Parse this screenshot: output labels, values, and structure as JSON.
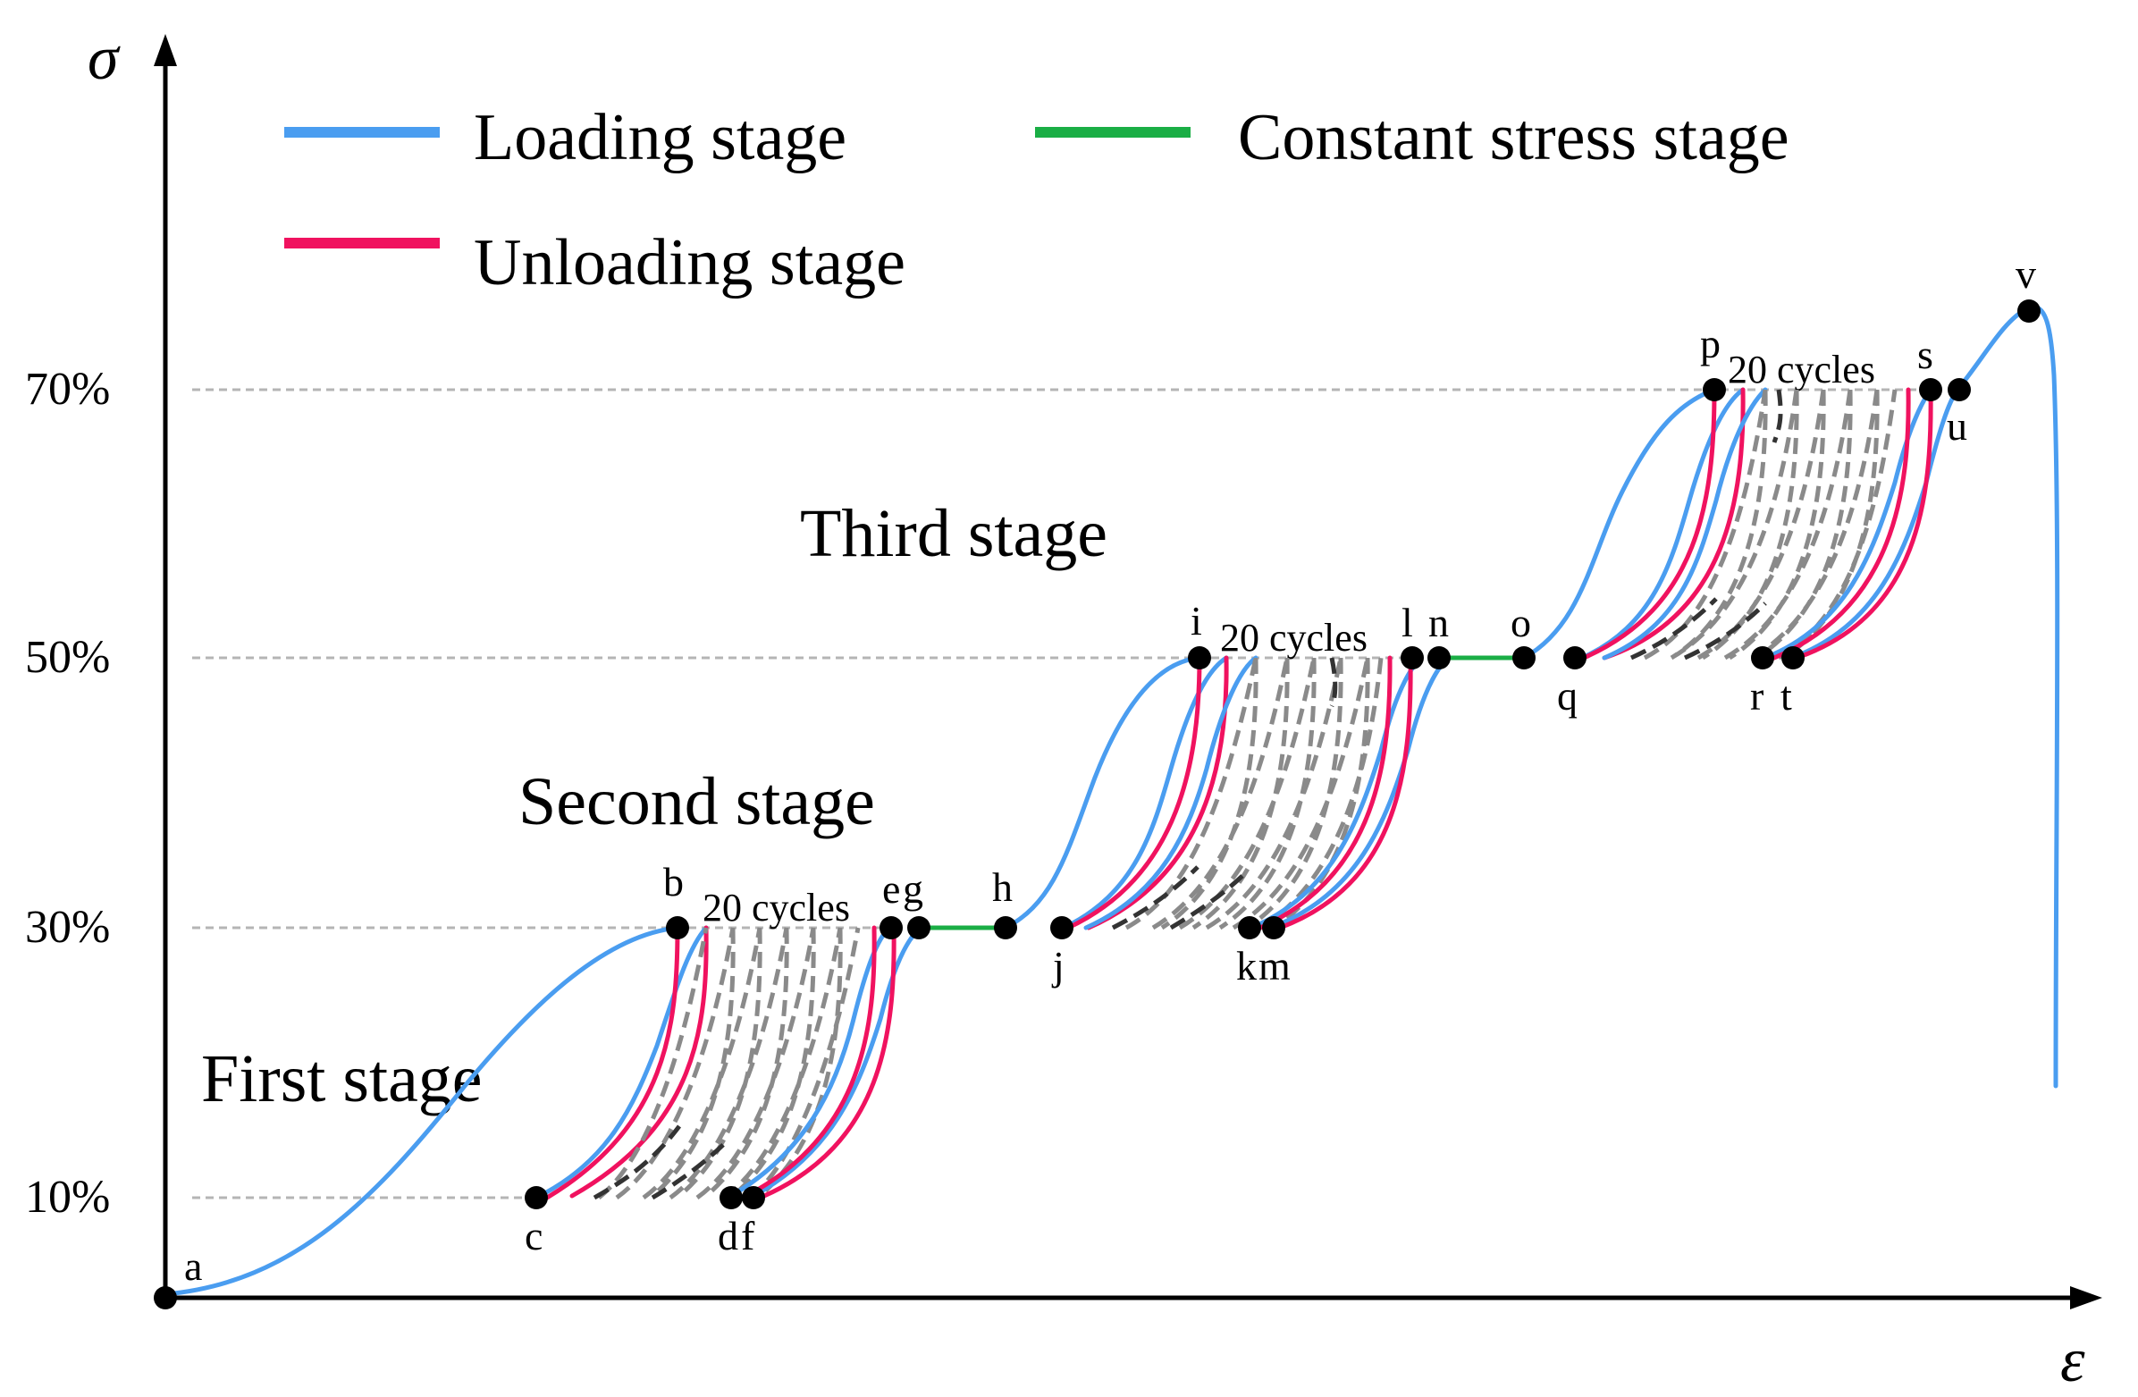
{
  "axes": {
    "y_label": "σ",
    "x_label": "ε"
  },
  "y_ticks": [
    "10%",
    "30%",
    "50%",
    "70%"
  ],
  "legend": {
    "loading": {
      "label": "Loading stage",
      "color": "#4a9df0"
    },
    "unloading": {
      "label": "Unloading stage",
      "color": "#f0125f"
    },
    "constant": {
      "label": "Constant stress stage",
      "color": "#1aae45"
    }
  },
  "stages": {
    "first": "First stage",
    "second": "Second stage",
    "third": "Third stage"
  },
  "cycle_labels": [
    "20 cycles",
    "20 cycles",
    "20 cycles"
  ],
  "points": {
    "a": "a",
    "b": "b",
    "c": "c",
    "d": "d",
    "e": "e",
    "f": "f",
    "g": "g",
    "h": "h",
    "i": "i",
    "j": "j",
    "k": "k",
    "l": "l",
    "m": "m",
    "n": "n",
    "o": "o",
    "p": "p",
    "q": "q",
    "r": "r",
    "s": "s",
    "t": "t",
    "u": "u",
    "v": "v"
  }
}
